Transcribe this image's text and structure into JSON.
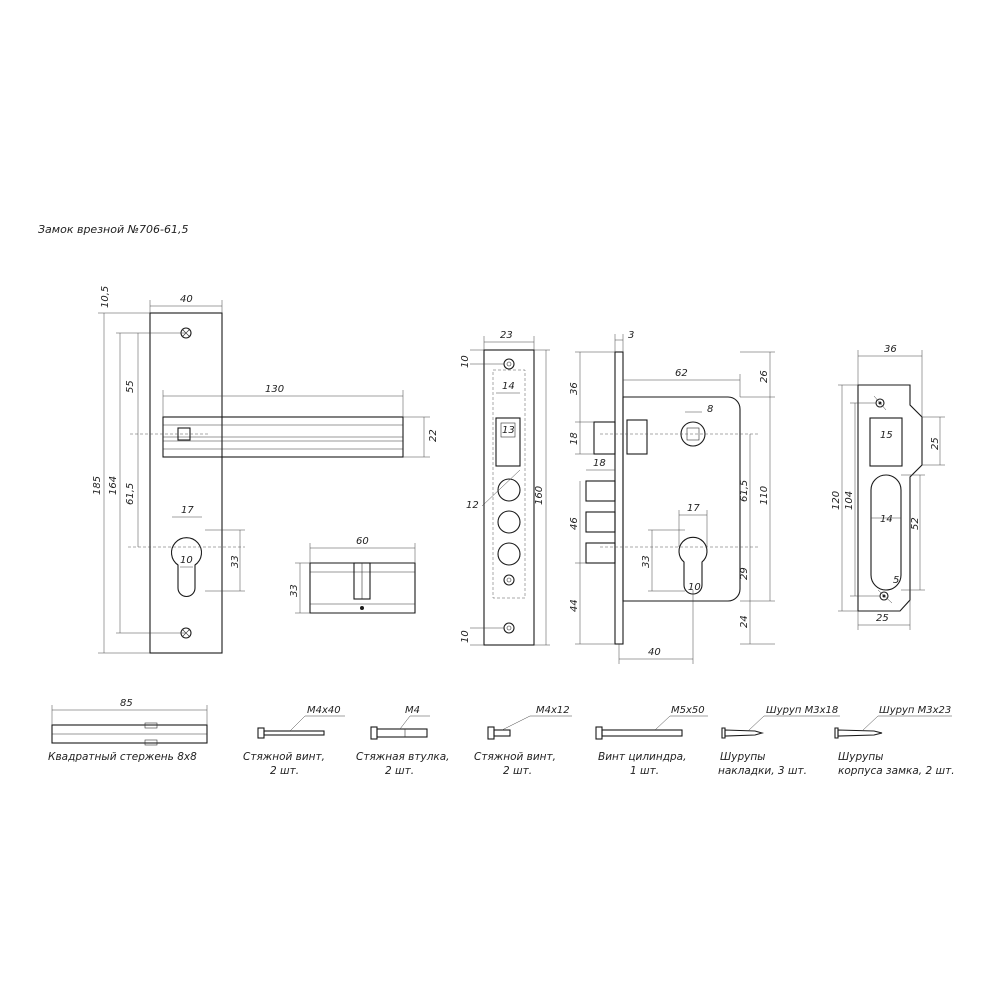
{
  "title": "Замок врезной №706-61,5",
  "plate": {
    "width": "40",
    "top_offset": "10,5",
    "dim_55": "55",
    "dim_164": "164",
    "dim_185": "185",
    "dim_615": "61,5",
    "handle_length": "130",
    "handle_height": "22",
    "cyl_width": "17",
    "cyl_center": "10",
    "cyl_height": "33"
  },
  "cylinder": {
    "length": "60",
    "height": "33"
  },
  "faceplate": {
    "width": "23",
    "inner_width": "14",
    "square": "13",
    "top": "10",
    "bottom": "10",
    "length": "160",
    "roller": "12"
  },
  "lockbody": {
    "plate_thick": "3",
    "width": "62",
    "backset_top": "26",
    "square": "8",
    "dim_36": "36",
    "dim_18a": "18",
    "dim_18b": "18",
    "dim_46": "46",
    "dim_44": "44",
    "dim_615": "61,5",
    "dim_110": "110",
    "cyl_width": "17",
    "cyl_center": "10",
    "cyl_height": "33",
    "dim_29": "29",
    "dim_24": "24",
    "backset": "40"
  },
  "strike": {
    "width": "36",
    "dim_25a": "25",
    "dim_120": "120",
    "dim_104": "104",
    "dim_15": "15",
    "dim_14": "14",
    "dim_52": "52",
    "hole": "5",
    "dim_25b": "25"
  },
  "accessories": [
    {
      "dim": "85",
      "caption1": "Квадратный стержень 8х8",
      "caption2": ""
    },
    {
      "dim": "М4х40",
      "caption1": "Стяжной винт,",
      "caption2": "2 шт."
    },
    {
      "dim": "М4",
      "caption1": "Стяжная втулка,",
      "caption2": "2 шт."
    },
    {
      "dim": "М4х12",
      "caption1": "Стяжной винт,",
      "caption2": "2 шт."
    },
    {
      "dim": "М5х50",
      "caption1": "Винт цилиндра,",
      "caption2": "1 шт."
    },
    {
      "dim": "Шуруп М3х18",
      "caption1": "Шурупы",
      "caption2": "накладки, 3 шт."
    },
    {
      "dim": "Шуруп М3х23",
      "caption1": "Шурупы",
      "caption2": "корпуса замка, 2 шт."
    }
  ]
}
